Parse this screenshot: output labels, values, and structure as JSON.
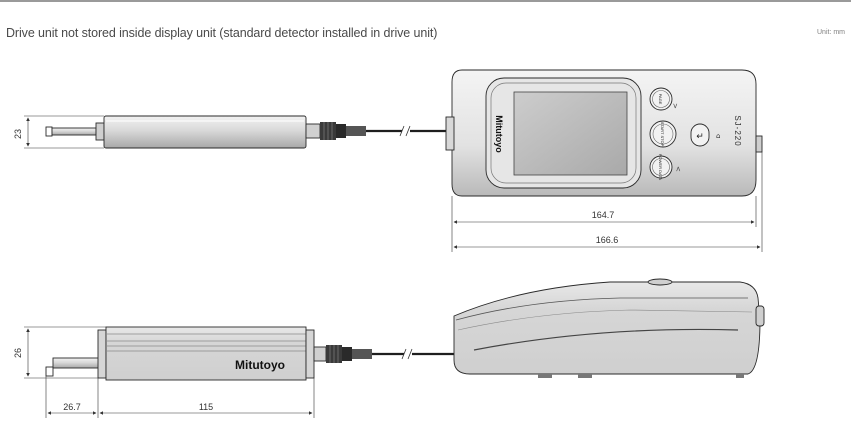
{
  "header": {
    "title": "Drive unit not stored inside display unit (standard detector installed in drive unit)",
    "unit": "Unit: mm"
  },
  "labels": {
    "brand_top": "Mitutoyo",
    "brand_side": "Mitutoyo",
    "model": "SJ-220",
    "btn_page": "PAGE",
    "btn_start": "START STOP",
    "btn_power": "POWER DATA",
    "btn_return": "↵"
  },
  "dimensions": {
    "d_23": "23",
    "d_26": "26",
    "d_164_7": "164.7",
    "d_166_6": "166.6",
    "d_26_7": "26.7",
    "d_115": "115"
  },
  "colors": {
    "line": "#2a2a2a",
    "body_light": "#e9e9e9",
    "body_mid": "#cfcfcf",
    "body_dark": "#9c9c9c",
    "screen": "#b8b8b8"
  }
}
